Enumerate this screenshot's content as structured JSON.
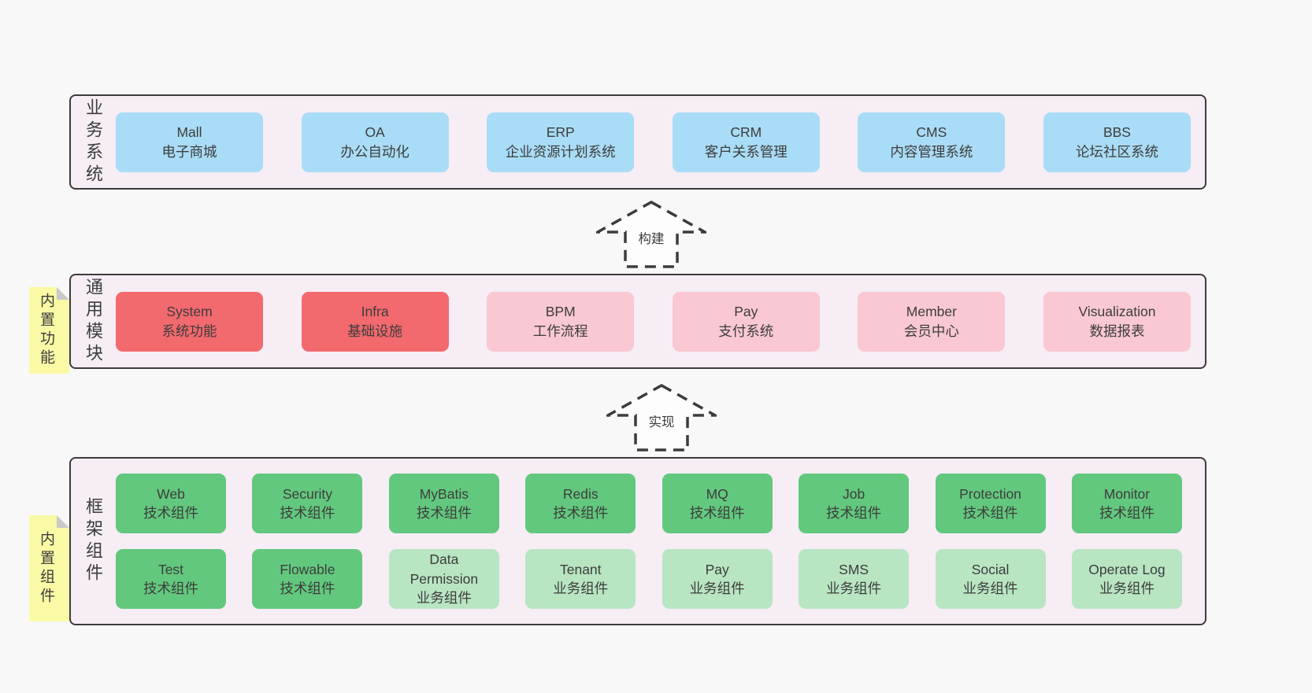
{
  "colors": {
    "page_bg": "#f8f8f8",
    "panel_bg": "#f6edf5",
    "panel_border": "#3c3c3c",
    "blue": "#a9dcf6",
    "red": "#f2696e",
    "pink": "#f9c8d2",
    "green": "#62c87d",
    "green_light": "#b8e5c2",
    "yellow": "#fafaa6",
    "fold": "#c9c9c9",
    "text": "#3d3d3d"
  },
  "sections": {
    "business": {
      "side_label": "业务系统",
      "boxes": [
        {
          "title": "Mall",
          "subtitle": "电子商城"
        },
        {
          "title": "OA",
          "subtitle": "办公自动化"
        },
        {
          "title": "ERP",
          "subtitle": "企业资源计划系统"
        },
        {
          "title": "CRM",
          "subtitle": "客户关系管理"
        },
        {
          "title": "CMS",
          "subtitle": "内容管理系统"
        },
        {
          "title": "BBS",
          "subtitle": "论坛社区系统"
        }
      ]
    },
    "modules": {
      "side_label": "通用模块",
      "sticky_label": "内置功能",
      "boxes": [
        {
          "title": "System",
          "subtitle": "系统功能"
        },
        {
          "title": "Infra",
          "subtitle": "基础设施"
        },
        {
          "title": "BPM",
          "subtitle": "工作流程"
        },
        {
          "title": "Pay",
          "subtitle": "支付系统"
        },
        {
          "title": "Member",
          "subtitle": "会员中心"
        },
        {
          "title": "Visualization",
          "subtitle": "数据报表"
        }
      ]
    },
    "framework": {
      "side_label": "框架组件",
      "sticky_label": "内置组件",
      "row1": [
        {
          "title": "Web",
          "subtitle": "技术组件"
        },
        {
          "title": "Security",
          "subtitle": "技术组件"
        },
        {
          "title": "MyBatis",
          "subtitle": "技术组件"
        },
        {
          "title": "Redis",
          "subtitle": "技术组件"
        },
        {
          "title": "MQ",
          "subtitle": "技术组件"
        },
        {
          "title": "Job",
          "subtitle": "技术组件"
        },
        {
          "title": "Protection",
          "subtitle": "技术组件"
        },
        {
          "title": "Monitor",
          "subtitle": "技术组件"
        }
      ],
      "row2": [
        {
          "title": "Test",
          "subtitle": "技术组件"
        },
        {
          "title": "Flowable",
          "subtitle": "技术组件"
        },
        {
          "title": "Data Permission",
          "subtitle": "业务组件"
        },
        {
          "title": "Tenant",
          "subtitle": "业务组件"
        },
        {
          "title": "Pay",
          "subtitle": "业务组件"
        },
        {
          "title": "SMS",
          "subtitle": "业务组件"
        },
        {
          "title": "Social",
          "subtitle": "业务组件"
        },
        {
          "title": "Operate Log",
          "subtitle": "业务组件"
        }
      ]
    }
  },
  "arrows": {
    "build": "构建",
    "implement": "实现"
  }
}
